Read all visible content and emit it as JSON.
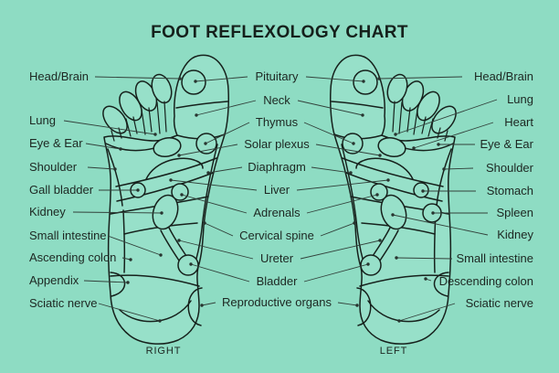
{
  "title": "FOOT REFLEXOLOGY CHART",
  "columns": {
    "left": [
      "Head/Brain",
      "Lung",
      "Eye & Ear",
      "Shoulder",
      "Gall bladder",
      "Kidney",
      "Small intestine",
      "Ascending colon",
      "Appendix",
      "Sciatic nerve"
    ],
    "middle": [
      "Pituitary",
      "Neck",
      "Thymus",
      "Solar plexus",
      "Diaphragm",
      "Liver",
      "Adrenals",
      "Cervical spine",
      "Ureter",
      "Bladder",
      "Reproductive organs"
    ],
    "right": [
      "Head/Brain",
      "Lung",
      "Heart",
      "Eye & Ear",
      "Shoulder",
      "Stomach",
      "Spleen",
      "Kidney",
      "Small intestine",
      "Descending colon",
      "Sciatic nerve"
    ]
  },
  "captions": {
    "right_foot": "RIGHT",
    "left_foot": "LEFT"
  },
  "colors": {
    "background": "#8edcc3",
    "foot_fill": "#97e0c9",
    "line": "#16211c",
    "leader_line": "#31403a",
    "text": "#1d2722"
  }
}
